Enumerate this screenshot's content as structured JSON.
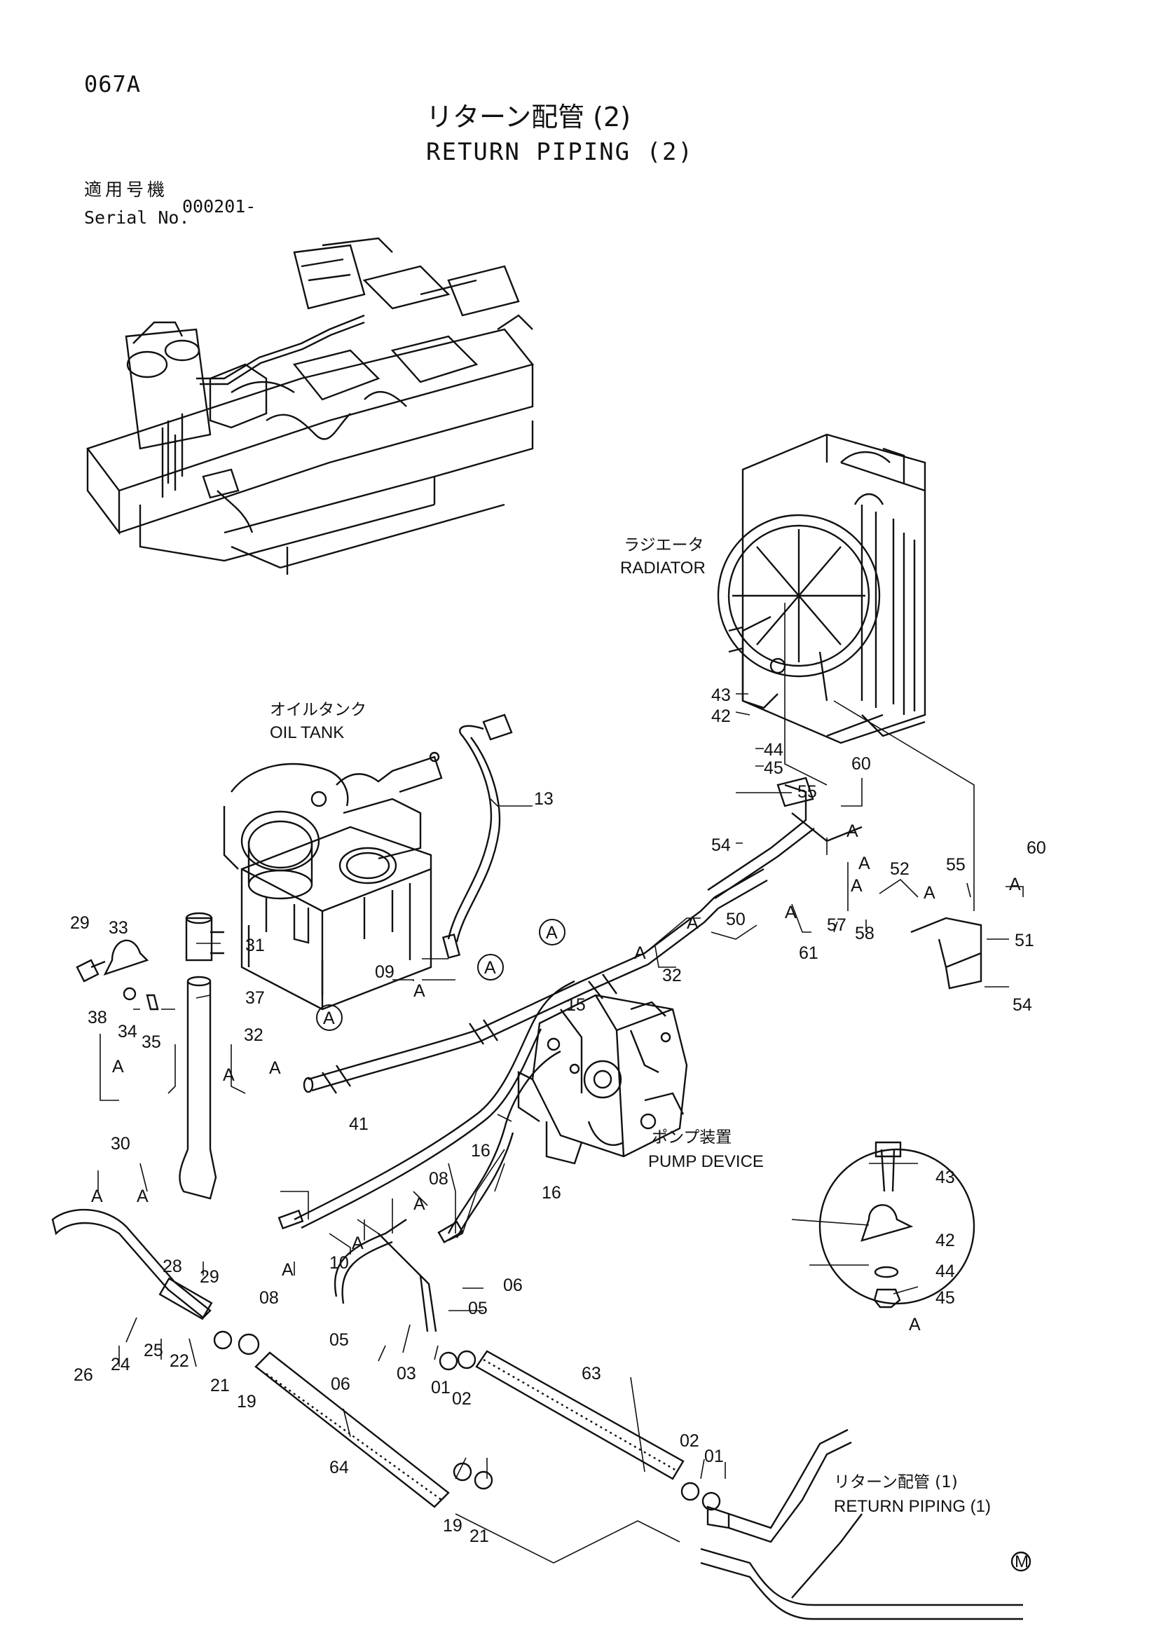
{
  "header": {
    "page_code": "067A",
    "title_jp": "リターン配管 (2)",
    "title_en": "RETURN PIPING (2)",
    "serial_label_jp": "適用号機",
    "serial_label_en": "Serial No.",
    "serial_value": "000201-"
  },
  "labels": {
    "radiator_jp": "ラジエータ",
    "radiator_en": "RADIATOR",
    "oil_tank_jp": "オイルタンク",
    "oil_tank_en": "OIL TANK",
    "pump_jp": "ポンプ装置",
    "pump_en": "PUMP DEVICE",
    "return1_jp": "リターン配管 (1)",
    "return1_en": "RETURN PIPING (1)",
    "detail_view": "A",
    "view_ref": "A",
    "maker_mark": "M"
  },
  "callouts": {
    "c43": "43",
    "c42": "42",
    "c44": "44",
    "c45": "45",
    "c55": "55",
    "c60": "60",
    "c54": "54",
    "c52": "52",
    "c50": "50",
    "c57": "57",
    "c58": "58",
    "c61": "61",
    "c51": "51",
    "c32": "32",
    "c13": "13",
    "c09": "09",
    "c15": "15",
    "c29": "29",
    "c33": "33",
    "c31": "31",
    "c37": "37",
    "c34": "34",
    "c35": "35",
    "c38": "38",
    "c41": "41",
    "c16": "16",
    "c30": "30",
    "c08": "08",
    "c10": "10",
    "c28": "28",
    "c06": "06",
    "c05": "05",
    "c03": "03",
    "c01": "01",
    "c02": "02",
    "c63": "63",
    "c26": "26",
    "c24": "24",
    "c25": "25",
    "c22": "22",
    "c21": "21",
    "c19": "19",
    "c64": "64"
  }
}
